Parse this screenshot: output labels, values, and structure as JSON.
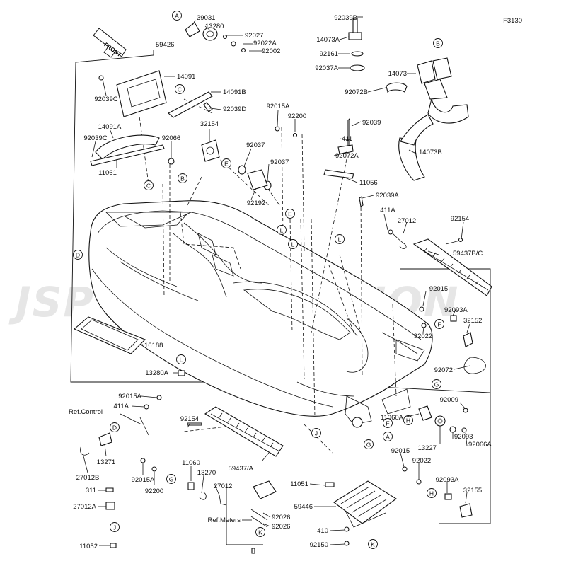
{
  "figure_code": "F3130",
  "watermark": "JSP CORPORATION",
  "front_tag": "FRONT",
  "part_labels": [
    {
      "text": "39031"
    },
    {
      "text": "13280"
    },
    {
      "text": "92027"
    },
    {
      "text": "92022A"
    },
    {
      "text": "92002"
    },
    {
      "text": "92039B"
    },
    {
      "text": "14073A"
    },
    {
      "text": "92161"
    },
    {
      "text": "92037A"
    },
    {
      "text": "14073"
    },
    {
      "text": "92072B"
    },
    {
      "text": "14073B"
    },
    {
      "text": "59426"
    },
    {
      "text": "14091"
    },
    {
      "text": "92039C"
    },
    {
      "text": "14091B"
    },
    {
      "text": "92039D"
    },
    {
      "text": "14091A"
    },
    {
      "text": "92039C"
    },
    {
      "text": "92066"
    },
    {
      "text": "11061"
    },
    {
      "text": "32154"
    },
    {
      "text": "92037"
    },
    {
      "text": "92037"
    },
    {
      "text": "92192"
    },
    {
      "text": "92015A"
    },
    {
      "text": "92200"
    },
    {
      "text": "92039"
    },
    {
      "text": "411"
    },
    {
      "text": "92072A"
    },
    {
      "text": "11056"
    },
    {
      "text": "92039A"
    },
    {
      "text": "411A"
    },
    {
      "text": "27012"
    },
    {
      "text": "92154"
    },
    {
      "text": "59437B/C"
    },
    {
      "text": "92015"
    },
    {
      "text": "92093A"
    },
    {
      "text": "92022"
    },
    {
      "text": "32152"
    },
    {
      "text": "16188"
    },
    {
      "text": "13280A"
    },
    {
      "text": "92072"
    },
    {
      "text": "92015A"
    },
    {
      "text": "411A"
    },
    {
      "text": "Ref.Control"
    },
    {
      "text": "92154"
    },
    {
      "text": "13271"
    },
    {
      "text": "27012B"
    },
    {
      "text": "92015A"
    },
    {
      "text": "92200"
    },
    {
      "text": "11060"
    },
    {
      "text": "13270"
    },
    {
      "text": "27012"
    },
    {
      "text": "59437/A"
    },
    {
      "text": "311"
    },
    {
      "text": "27012A"
    },
    {
      "text": "11052"
    },
    {
      "text": "11051"
    },
    {
      "text": "59446"
    },
    {
      "text": "Ref.Meters"
    },
    {
      "text": "92026"
    },
    {
      "text": "92026"
    },
    {
      "text": "410"
    },
    {
      "text": "92150"
    },
    {
      "text": "92009"
    },
    {
      "text": "11060A"
    },
    {
      "text": "13227"
    },
    {
      "text": "92093"
    },
    {
      "text": "92066A"
    },
    {
      "text": "92015"
    },
    {
      "text": "92022"
    },
    {
      "text": "92093A"
    },
    {
      "text": "32155"
    }
  ],
  "callouts": [
    {
      "letter": "A"
    },
    {
      "letter": "B"
    },
    {
      "letter": "C"
    },
    {
      "letter": "C"
    },
    {
      "letter": "D"
    },
    {
      "letter": "E"
    },
    {
      "letter": "E"
    },
    {
      "letter": "B"
    },
    {
      "letter": "L"
    },
    {
      "letter": "L"
    },
    {
      "letter": "L"
    },
    {
      "letter": "F"
    },
    {
      "letter": "G"
    },
    {
      "letter": "L"
    },
    {
      "letter": "D"
    },
    {
      "letter": "G"
    },
    {
      "letter": "J"
    },
    {
      "letter": "G"
    },
    {
      "letter": "F"
    },
    {
      "letter": "H"
    },
    {
      "letter": "A"
    },
    {
      "letter": "H"
    },
    {
      "letter": "J"
    },
    {
      "letter": "K"
    },
    {
      "letter": "K"
    }
  ]
}
